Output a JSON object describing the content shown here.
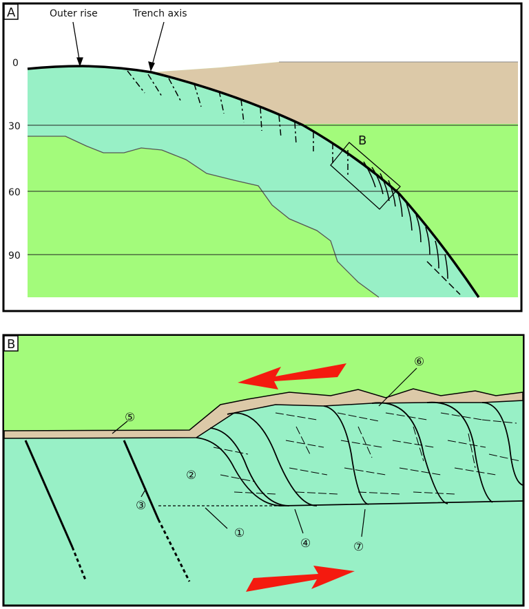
{
  "panel_a": {
    "tag": "A",
    "labels": {
      "outer_rise": "Outer rise",
      "trench_axis": "Trench axis",
      "box": "B"
    },
    "depth_ticks": [
      "0",
      "30",
      "60",
      "90"
    ]
  },
  "panel_b": {
    "tag": "B",
    "markers": [
      "①",
      "②",
      "③",
      "④",
      "⑤",
      "⑥",
      "⑦"
    ]
  },
  "colors": {
    "mantle": "#a3fb7b",
    "slab": "#98f0c6",
    "sediment": "#dcc9a8",
    "arrow": "#f41a0f"
  }
}
